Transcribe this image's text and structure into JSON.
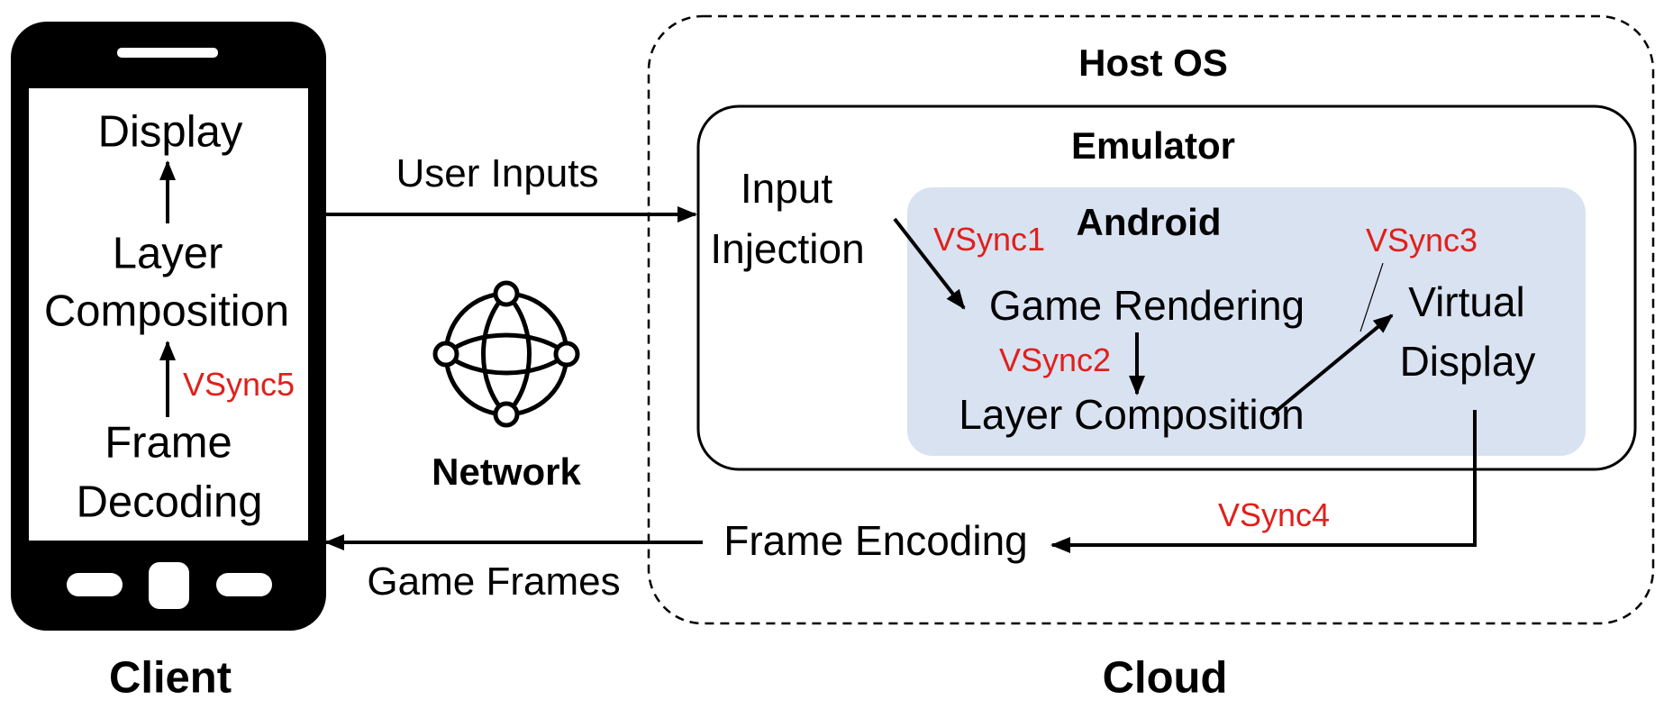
{
  "client": {
    "title": "Client",
    "display": "Display",
    "layer_composition": [
      "Layer",
      "Composition"
    ],
    "frame_decoding": [
      "Frame",
      "Decoding"
    ],
    "vsync": "VSync5"
  },
  "network": {
    "label": "Network",
    "user_inputs": "User Inputs",
    "game_frames": "Game Frames"
  },
  "cloud": {
    "title": "Cloud",
    "host_os": "Host OS",
    "emulator": "Emulator",
    "input_injection": [
      "Input",
      "Injection"
    ],
    "android": {
      "title": "Android",
      "game_rendering": "Game Rendering",
      "layer_composition": "Layer Composition",
      "virtual_display": [
        "Virtual",
        "Display"
      ]
    },
    "frame_encoding": "Frame Encoding",
    "vsync1": "VSync1",
    "vsync2": "VSync2",
    "vsync3": "VSync3",
    "vsync4": "VSync4"
  },
  "colors": {
    "android_fill": "#d9e2f1",
    "vsync_text": "#e0201b",
    "line": "#000000"
  },
  "icons": {
    "phone": "mobile-phone-icon",
    "network": "network-globe-icon"
  }
}
